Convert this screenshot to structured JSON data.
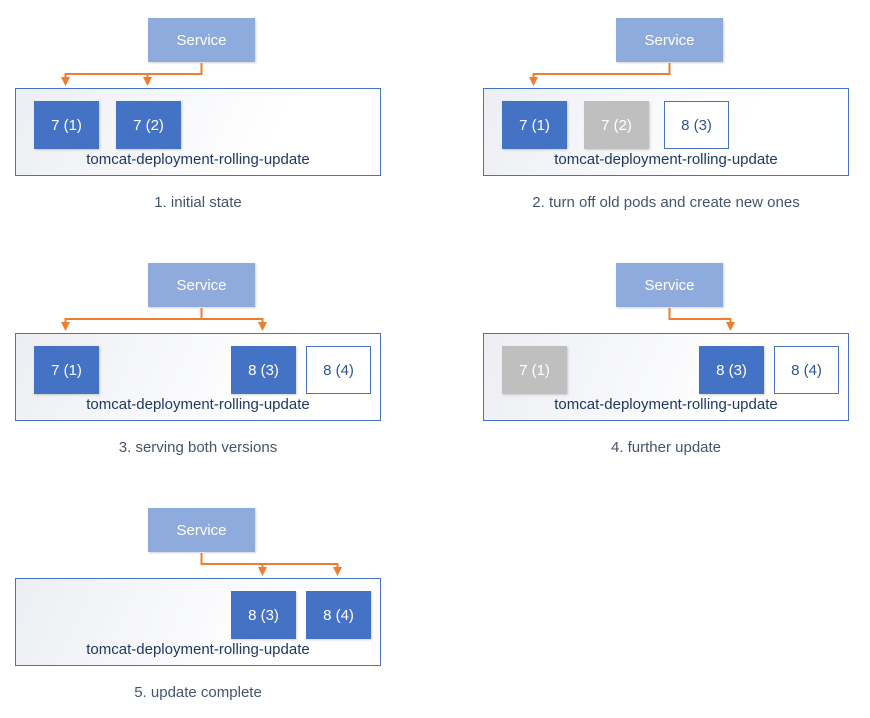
{
  "panels": [
    {
      "service_label": "Service",
      "container_label": "tomcat-deployment-rolling-update",
      "caption": "1. initial state",
      "pods": [
        {
          "label": "7 (1)",
          "state": "active",
          "receives_traffic": true
        },
        {
          "label": "7 (2)",
          "state": "active",
          "receives_traffic": true
        }
      ]
    },
    {
      "service_label": "Service",
      "container_label": "tomcat-deployment-rolling-update",
      "caption": "2. turn off old pods and create new ones",
      "pods": [
        {
          "label": "7 (1)",
          "state": "active",
          "receives_traffic": true
        },
        {
          "label": "7 (2)",
          "state": "terminated",
          "receives_traffic": false
        },
        {
          "label": "8 (3)",
          "state": "pending",
          "receives_traffic": false
        }
      ]
    },
    {
      "service_label": "Service",
      "container_label": "tomcat-deployment-rolling-update",
      "caption": "3. serving both versions",
      "pods": [
        {
          "label": "7 (1)",
          "state": "active",
          "receives_traffic": true
        },
        {
          "label": "8 (3)",
          "state": "active",
          "receives_traffic": true
        },
        {
          "label": "8 (4)",
          "state": "pending",
          "receives_traffic": false
        }
      ]
    },
    {
      "service_label": "Service",
      "container_label": "tomcat-deployment-rolling-update",
      "caption": "4. further update",
      "pods": [
        {
          "label": "7 (1)",
          "state": "terminated",
          "receives_traffic": false
        },
        {
          "label": "8 (3)",
          "state": "active",
          "receives_traffic": true
        },
        {
          "label": "8 (4)",
          "state": "pending",
          "receives_traffic": false
        }
      ]
    },
    {
      "service_label": "Service",
      "container_label": "tomcat-deployment-rolling-update",
      "caption": "5. update complete",
      "pods": [
        {
          "label": "8 (3)",
          "state": "active",
          "receives_traffic": true
        },
        {
          "label": "8 (4)",
          "state": "active",
          "receives_traffic": true
        }
      ]
    }
  ],
  "colors": {
    "service_fill": "#8FAADC",
    "pod_active": "#4472C4",
    "pod_terminated": "#BFBFBF",
    "pod_pending_bg": "#FFFFFF",
    "pod_pending_border": "#4472C4",
    "pod_pending_text": "#2F5496",
    "pod_text": "#FFFFFF",
    "container_border": "#4472C4",
    "container_bg_light": "#FFFFFF",
    "container_bg_shade": "#ECEEF3",
    "arrow": "#ED7D31",
    "caption_text": "#44546A",
    "label_text": "#1F3864"
  }
}
